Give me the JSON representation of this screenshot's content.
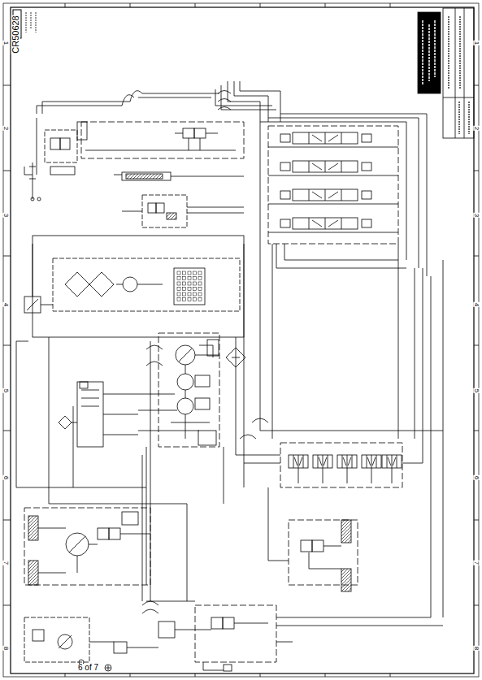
{
  "diagram": {
    "labels": [
      "CR50628",
      "6 of 7",
      "1",
      "2",
      "3",
      "4",
      "5",
      "6",
      "7",
      "8",
      "1",
      "2",
      "3",
      "4",
      "5",
      "6",
      "7",
      "8"
    ]
  }
}
